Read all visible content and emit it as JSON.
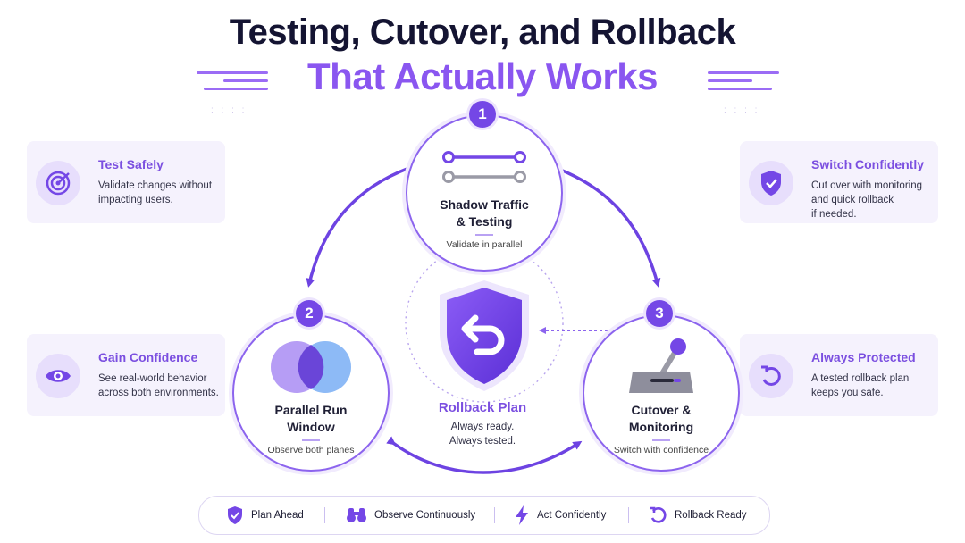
{
  "title": {
    "line1": "Testing, Cutover, and Rollback",
    "line2": "That Actually Works"
  },
  "side_cards": {
    "test_safely": {
      "title": "Test Safely",
      "desc_1": "Validate changes without",
      "desc_2": "impacting users.",
      "icon": "target-icon"
    },
    "gain_confidence": {
      "title": "Gain Confidence",
      "desc_1": "See real-world behavior",
      "desc_2": "across both environments.",
      "icon": "eye-icon"
    },
    "switch_confidently": {
      "title": "Switch Confidently",
      "desc_1": "Cut over with monitoring",
      "desc_2": "and quick rollback",
      "desc_3": "if needed.",
      "icon": "shield-check-icon"
    },
    "always_protected": {
      "title": "Always Protected",
      "desc_1": "A tested rollback plan",
      "desc_2": "keeps you safe.",
      "icon": "undo-icon"
    }
  },
  "nodes": {
    "n1": {
      "number": "1",
      "title_1": "Shadow Traffic",
      "title_2": "& Testing",
      "sub": "Validate in parallel",
      "icon": "toggle-lines-icon"
    },
    "n2": {
      "number": "2",
      "title_1": "Parallel Run",
      "title_2": "Window",
      "sub": "Observe both planes",
      "icon": "venn-icon"
    },
    "n3": {
      "number": "3",
      "title_1": "Cutover &",
      "title_2": "Monitoring",
      "sub": "Switch with confidence",
      "icon": "lever-switch-icon"
    }
  },
  "center": {
    "title": "Rollback Plan",
    "sub_1": "Always ready.",
    "sub_2": "Always tested.",
    "icon": "shield-undo-icon"
  },
  "bottom_bar": {
    "items": [
      {
        "label": "Plan Ahead",
        "icon": "shield-check-icon"
      },
      {
        "label": "Observe Continuously",
        "icon": "binoculars-icon"
      },
      {
        "label": "Act Confidently",
        "icon": "lightning-icon"
      },
      {
        "label": "Rollback Ready",
        "icon": "undo-icon"
      }
    ]
  },
  "colors": {
    "accent": "#7447e6",
    "accent_light": "#9b6cf5",
    "title_dark": "#141432",
    "card_bg": "#f5f2fd"
  }
}
